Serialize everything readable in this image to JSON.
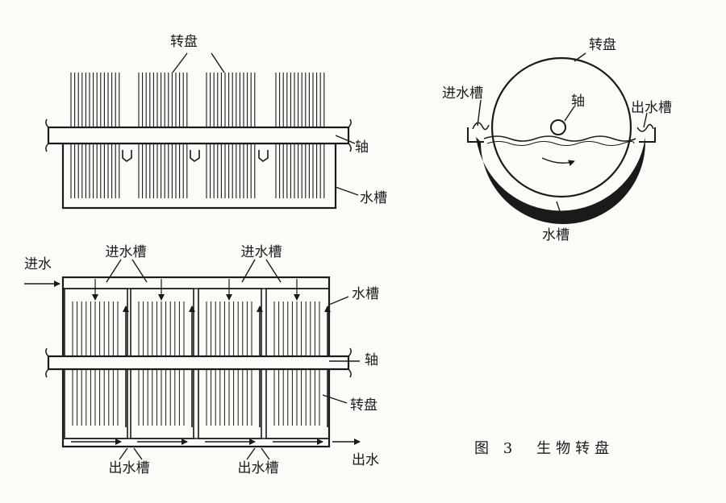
{
  "front_view": {
    "disc_label": "转盘",
    "shaft_label": "轴",
    "tank_label": "水槽"
  },
  "side_view": {
    "disc_label": "转盘",
    "inlet_label": "进水槽",
    "shaft_label": "轴",
    "outlet_label": "出水槽",
    "tank_label": "水槽"
  },
  "plan_view": {
    "water_in_label": "进水",
    "inlet_channel_labels": [
      "进水槽",
      "进水槽"
    ],
    "tank_label": "水槽",
    "shaft_label": "轴",
    "disc_label": "转盘",
    "outlet_channel_labels": [
      "出水槽",
      "出水槽"
    ],
    "water_out_label": "出水"
  },
  "caption": "图 3　生物转盘",
  "colors": {
    "ink": "#1a1a1a",
    "paper": "#fbfbf8"
  }
}
